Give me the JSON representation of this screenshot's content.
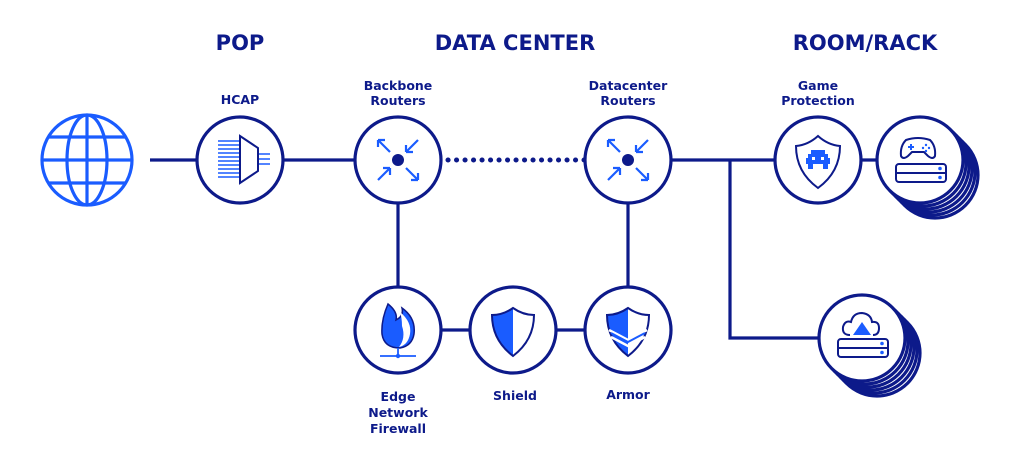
{
  "headers": {
    "pop": "POP",
    "data_center": "DATA CENTER",
    "room_rack": "ROOM/RACK"
  },
  "nodes": {
    "hcap": "HCAP",
    "backbone": [
      "Backbone",
      "Routers"
    ],
    "datacenter": [
      "Datacenter",
      "Routers"
    ],
    "game_protection": [
      "Game",
      "Protection"
    ],
    "edge_firewall": [
      "Edge",
      "Network",
      "Firewall"
    ],
    "shield": "Shield",
    "armor": "Armor"
  },
  "colors": {
    "navy": "#0d1a8a",
    "accent": "#1a5cff"
  }
}
